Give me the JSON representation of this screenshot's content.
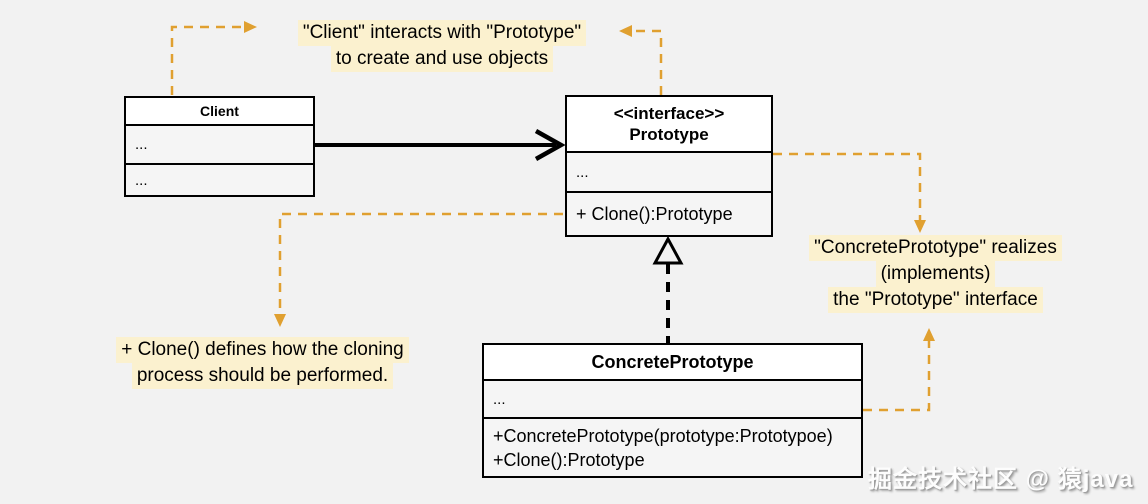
{
  "colors": {
    "background": "#f2f2f2",
    "box_border": "#000000",
    "box_header_fill": "#ffffff",
    "box_section_fill": "#f5f5f5",
    "note_highlight": "#fbf1cf",
    "connector_orange": "#e0a030",
    "text": "#000000"
  },
  "classes": {
    "client": {
      "title": "Client",
      "fields": "...",
      "methods": "..."
    },
    "prototype": {
      "stereotype": "<<interface>>",
      "title": "Prototype",
      "fields": "...",
      "method1": "+ Clone():Prototype"
    },
    "concrete_prototype": {
      "title": "ConcretePrototype",
      "fields": "...",
      "method1": "+ConcretePrototype(prototype:Prototypoe)",
      "method2": "+Clone():Prototype"
    }
  },
  "annotations": {
    "top": {
      "line1": "\"Client\" interacts with \"Prototype\"",
      "line2": "to create and use objects"
    },
    "right": {
      "line1": "\"ConcretePrototype\" realizes",
      "line2": "(implements)",
      "line3": "the \"Prototype\" interface"
    },
    "bottom_left": {
      "line1": "+ Clone() defines how the cloning",
      "line2": "process should be performed."
    }
  },
  "watermark": {
    "text": "掘金技术社区 @ 猿java"
  }
}
